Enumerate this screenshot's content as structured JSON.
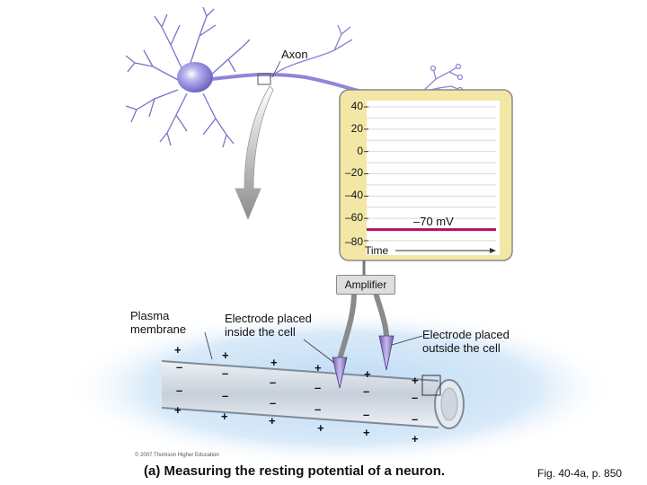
{
  "labels": {
    "axon": "Axon",
    "amplifier": "Amplifier",
    "plasma_membrane": "Plasma\nmembrane",
    "electrode_inside": "Electrode placed\ninside the cell",
    "electrode_outside": "Electrode placed\noutside the cell",
    "voltage_readout": "–70 mV",
    "time": "Time",
    "caption": "(a) Measuring the resting potential of a neuron.",
    "figure_ref": "Fig. 40-4a, p. 850",
    "copyright": "© 2007 Thomson Higher Education"
  },
  "oscilloscope": {
    "tick_labels": [
      "40",
      "20",
      "0",
      "–20",
      "–40",
      "–60",
      "–80"
    ],
    "tick_values": [
      40,
      20,
      0,
      -20,
      -40,
      -60,
      -80
    ],
    "resting_potential_mV": -70,
    "trace_color": "#b0105e",
    "frame_color": "#f3e7a6"
  },
  "membrane_signs": {
    "plus": "+",
    "minus": "–"
  },
  "colors": {
    "neuron": "#8e86d8",
    "axon_tube": "#d7dde6",
    "cell_fluid": "#cfe4f7",
    "electrode": "#9a88cc"
  }
}
